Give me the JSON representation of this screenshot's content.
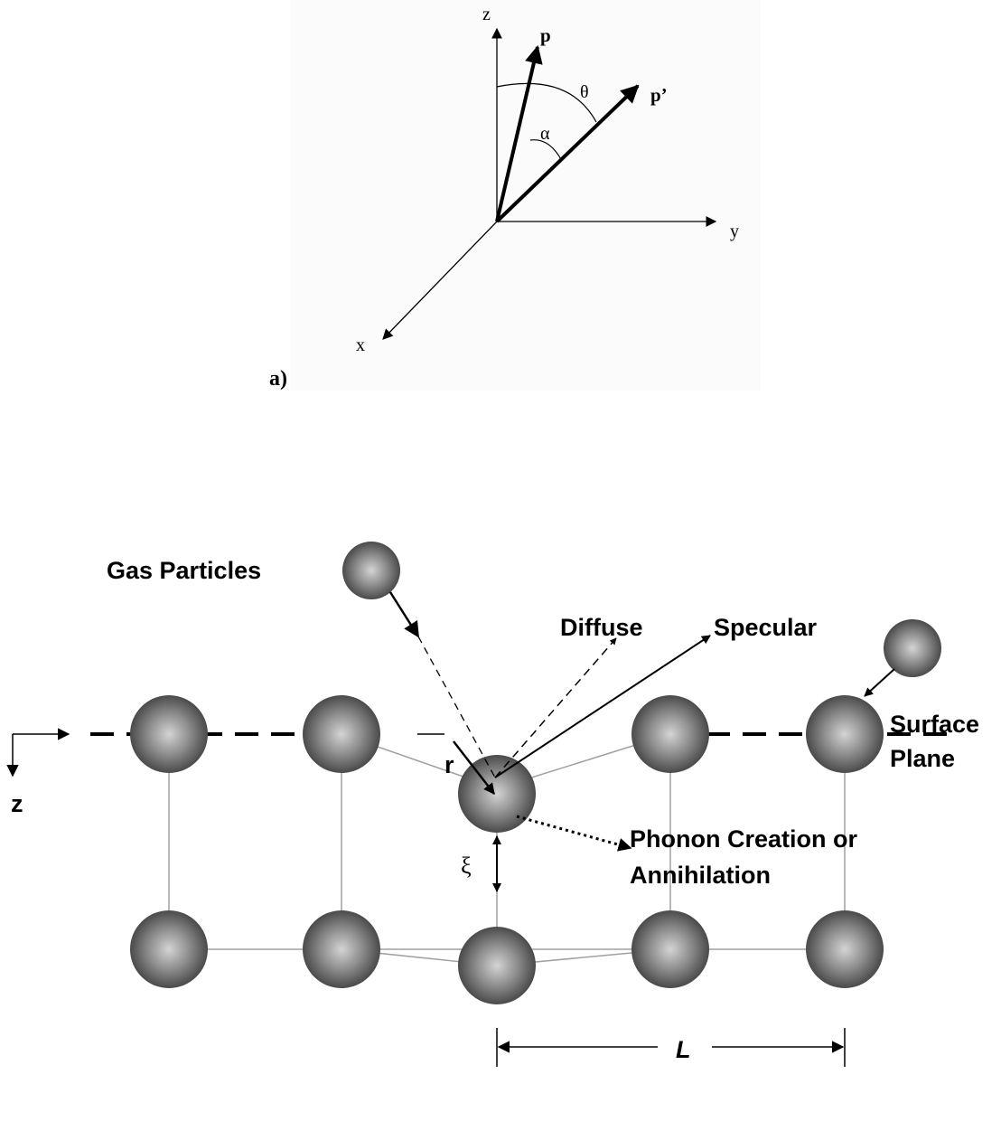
{
  "panel_a": {
    "axis_z": "z",
    "axis_y": "y",
    "axis_x": "x",
    "vector_p": "p",
    "vector_p_prime": "p’",
    "angle_theta": "θ",
    "angle_alpha": "α",
    "panel_label": "a)"
  },
  "panel_b": {
    "gas_particles": "Gas Particles",
    "diffuse": "Diffuse",
    "specular": "Specular",
    "surface_plane_line1": "Surface",
    "surface_plane_line2": "Plane",
    "r_label": "r",
    "z_label": "z",
    "xi_label": "ξ",
    "phonon_line1": "Phonon Creation or",
    "phonon_line2": "Annihilation",
    "L_label": "L"
  },
  "colors": {
    "background": "#ffffff",
    "panel_a_bg": "#fbfbfb",
    "ink": "#000000",
    "lattice_line": "#a0a0a0",
    "sphere_light": "#d4d4d4",
    "sphere_mid": "#8a8a8a",
    "sphere_dark": "#4a4a4a"
  }
}
